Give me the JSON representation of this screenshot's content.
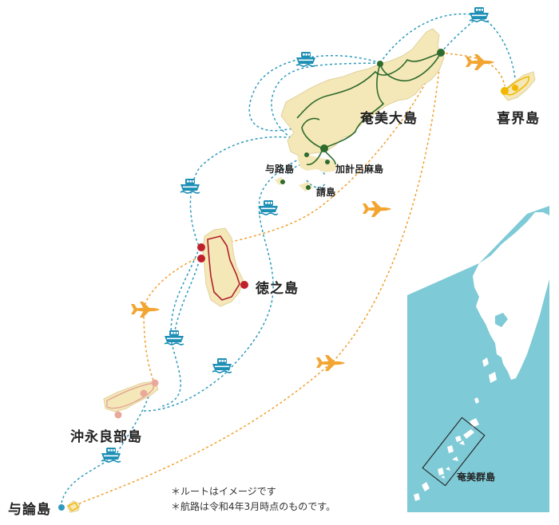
{
  "islands": {
    "amami": "奄美大島",
    "kikai": "喜界島",
    "kakeroma": "加計呂麻島",
    "yoro": "与路島",
    "uke": "請島",
    "tokunoshima": "徳之島",
    "okinoerabu": "沖永良部島",
    "yoron": "与論島"
  },
  "inset": {
    "label": "奄美群島"
  },
  "notes": {
    "route": "＊ルートはイメージです",
    "date": "＊航路は令和4年3月時点のものです。"
  },
  "colors": {
    "ferry_route": "#2e9bbd",
    "air_route": "#f0a030",
    "sea_inset": "#7ecad6",
    "land": "#f5e8b8",
    "amami_road": "#2e6b2e",
    "tokunoshima_road": "#b01f2a",
    "okinoerabu_road": "#e3a89a",
    "kikai_road": "#f0b800"
  },
  "icons": [
    "ship-icon",
    "airplane-icon"
  ]
}
